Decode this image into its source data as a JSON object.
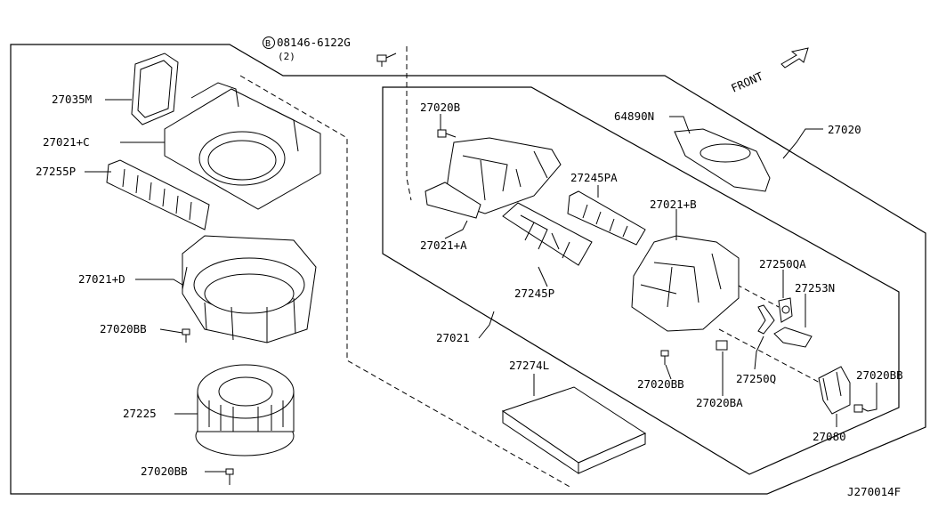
{
  "diagram_title": "",
  "ref_code": "J270014F",
  "direction_label": "FRONT",
  "bolt_spec": {
    "symbol": "B",
    "part_no": "08146-6122G",
    "qty": "(2)"
  },
  "labels": {
    "l_27035M": "27035M",
    "l_27021C": "27021+C",
    "l_27255P": "27255P",
    "l_27021D": "27021+D",
    "l_27020BB_a": "27020BB",
    "l_27225": "27225",
    "l_27020BB_b": "27020BB",
    "l_27020B": "27020B",
    "l_27021A": "27021+A",
    "l_27245PA": "27245PA",
    "l_27245P": "27245P",
    "l_64890N": "64890N",
    "l_27020": "27020",
    "l_27021B": "27021+B",
    "l_27250QA": "27250QA",
    "l_27253N": "27253N",
    "l_27250Q": "27250Q",
    "l_27021": "27021",
    "l_27020BB_c": "27020BB",
    "l_27020BA": "27020BA",
    "l_27020BB_d": "27020BB",
    "l_27080": "27080",
    "l_27274L": "27274L"
  }
}
